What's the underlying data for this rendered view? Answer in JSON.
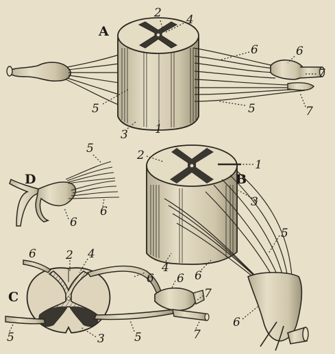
{
  "panels": [
    {
      "key": "A",
      "label": "A"
    },
    {
      "key": "B",
      "label": "B"
    },
    {
      "key": "C",
      "label": "C"
    },
    {
      "key": "D",
      "label": "D"
    }
  ],
  "part_labels": {
    "A": [
      "2",
      "4",
      "6",
      "6",
      "7",
      "7",
      "5",
      "5",
      "3",
      "1"
    ],
    "B": [
      "2",
      "1",
      "3",
      "5",
      "4",
      "6",
      "6"
    ],
    "C": [
      "6",
      "2",
      "4",
      "6",
      "6",
      "7",
      "7",
      "5",
      "5",
      "3"
    ],
    "D": [
      "5",
      "6",
      "6"
    ]
  },
  "colors": {
    "paper": "#e8e0c8",
    "ink": "#2a2620",
    "cord_light": "#d8cfb6",
    "gray_matter": "#3a3630"
  }
}
